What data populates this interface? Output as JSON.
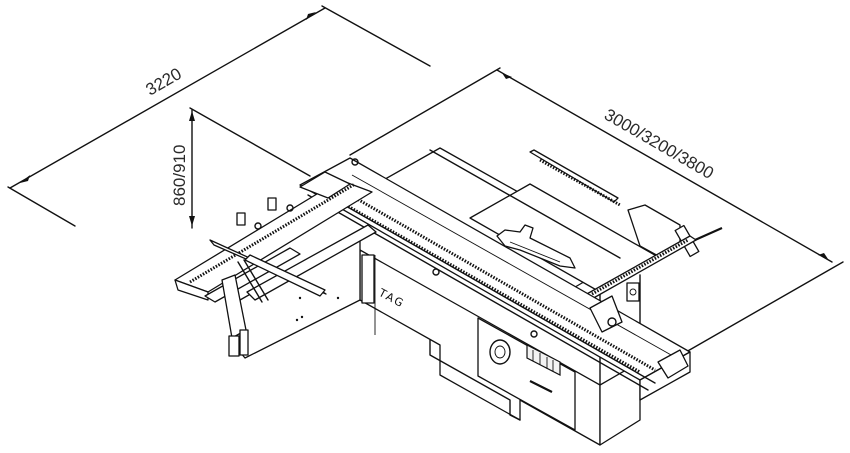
{
  "diagram": {
    "subject": "Sliding table panel saw, isometric view with overall dimensions",
    "dimensions": {
      "overall_width": "3220",
      "table_height": "860/910",
      "sliding_table_length": "3000/3200/3800"
    },
    "machine": {
      "logo": "TAG"
    },
    "colors": {
      "line": "#111111",
      "text": "#2a2a2a",
      "background": "#ffffff"
    }
  }
}
